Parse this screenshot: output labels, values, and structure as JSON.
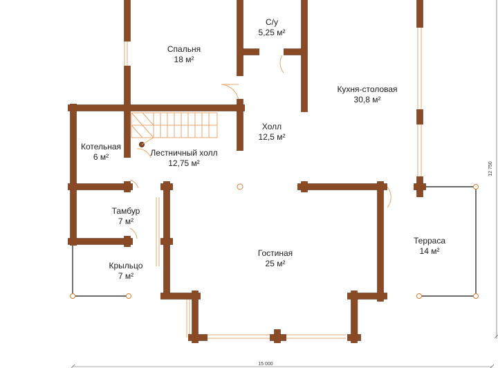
{
  "rooms": [
    {
      "name": "Спальня",
      "area": "18 м²"
    },
    {
      "name": "С/у",
      "area": "5,25 м²"
    },
    {
      "name": "Кухня-столовая",
      "area": "30,8 м²"
    },
    {
      "name": "Холл",
      "area": "12,5 м²"
    },
    {
      "name": "Котельная",
      "area": "6 м²"
    },
    {
      "name": "Лестничный холл",
      "area": "12,75 м²"
    },
    {
      "name": "Тамбур",
      "area": "7 м²"
    },
    {
      "name": "Крыльцо",
      "area": "7 м²"
    },
    {
      "name": "Гостиная",
      "area": "25 м²"
    },
    {
      "name": "Терраса",
      "area": "14 м²"
    }
  ],
  "dimensions": {
    "width": "15 000",
    "height": "12 750"
  },
  "colors": {
    "wall": "#8b4a26",
    "wall_edge": "#5a2d14",
    "stair": "#e8a66b",
    "outline": "#111111"
  }
}
